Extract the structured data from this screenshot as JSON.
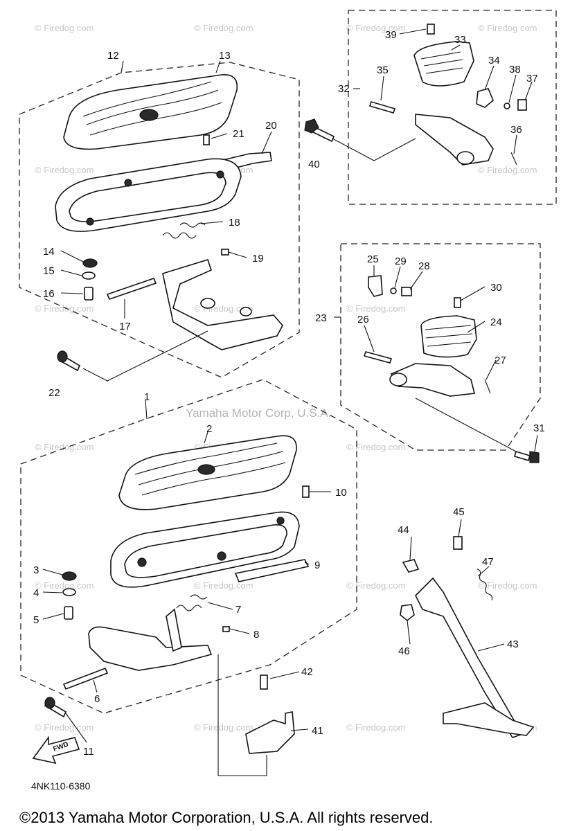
{
  "callouts": {
    "c1": "1",
    "c2": "2",
    "c3": "3",
    "c4": "4",
    "c5": "5",
    "c6": "6",
    "c7": "7",
    "c8": "8",
    "c9": "9",
    "c10": "10",
    "c11": "11",
    "c12": "12",
    "c13": "13",
    "c14": "14",
    "c15": "15",
    "c16": "16",
    "c17": "17",
    "c18": "18",
    "c19": "19",
    "c20": "20",
    "c21": "21",
    "c22": "22",
    "c23": "23",
    "c24": "24",
    "c25": "25",
    "c26": "26",
    "c27": "27",
    "c28": "28",
    "c29": "29",
    "c30": "30",
    "c31": "31",
    "c32": "32",
    "c33": "33",
    "c34": "34",
    "c35": "35",
    "c36": "36",
    "c37": "37",
    "c38": "38",
    "c39": "39",
    "c40": "40",
    "c41": "41",
    "c42": "42",
    "c43": "43",
    "c44": "44",
    "c45": "45",
    "c46": "46",
    "c47": "47"
  },
  "watermark": {
    "site": "© Firedog.com",
    "center": "Yamaha Motor Corp, U.S.A."
  },
  "fwd_label": "FWD",
  "diagram_code": "4NK110-6380",
  "copyright": "©2013 Yamaha Motor Corporation, U.S.A. All rights reserved."
}
